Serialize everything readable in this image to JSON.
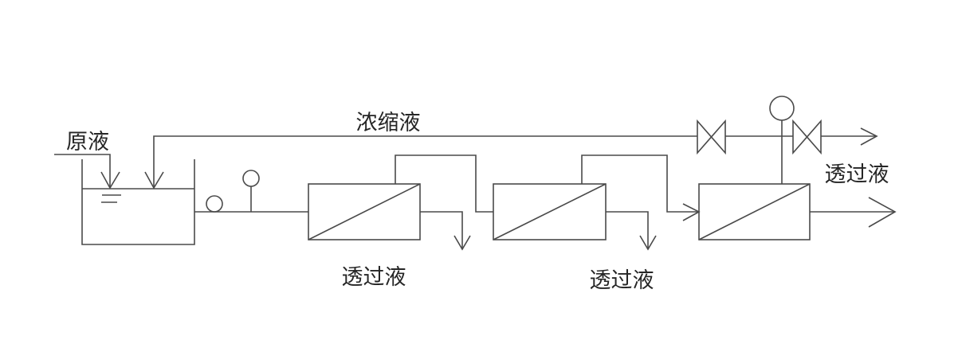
{
  "labels": {
    "feed": "原液",
    "concentrate": "浓缩液",
    "permeate1": "透过液",
    "permeate2": "透过液",
    "permeate3": "透过液"
  },
  "colors": {
    "line": "#4a4a4a",
    "text": "#262626",
    "background": "#ffffff"
  }
}
